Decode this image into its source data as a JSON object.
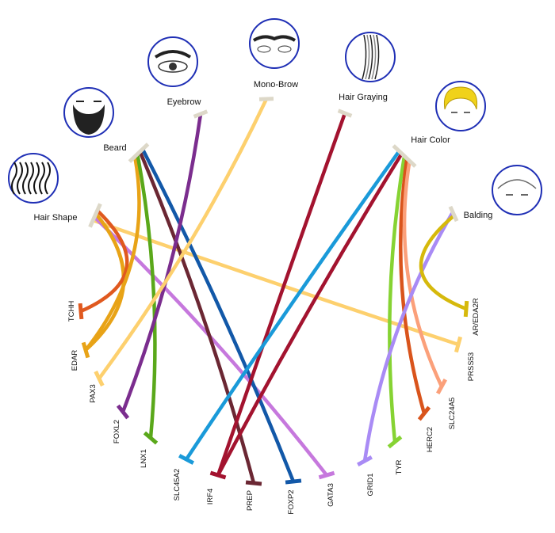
{
  "traits": [
    {
      "id": "hair_shape",
      "label": "Hair Shape",
      "icon": "curly-hair-icon"
    },
    {
      "id": "beard",
      "label": "Beard",
      "icon": "beard-icon"
    },
    {
      "id": "eyebrow",
      "label": "Eyebrow",
      "icon": "eyebrow-icon"
    },
    {
      "id": "mono_brow",
      "label": "Mono-Brow",
      "icon": "mono-brow-icon"
    },
    {
      "id": "hair_graying",
      "label": "Hair Graying",
      "icon": "gray-hair-icon"
    },
    {
      "id": "hair_color",
      "label": "Hair Color",
      "icon": "hair-color-icon"
    },
    {
      "id": "balding",
      "label": "Balding",
      "icon": "balding-icon"
    }
  ],
  "genes": [
    "TCHH",
    "EDAR",
    "PAX3",
    "FOXL2",
    "LNX1",
    "SLC45A2",
    "IRF4",
    "PREP",
    "FOXP2",
    "GATA3",
    "GRID1",
    "TYR",
    "HERC2",
    "SLC24A5",
    "PRSS53",
    "AR/EDA2R"
  ],
  "links": [
    {
      "from": "hair_shape",
      "to": "PRSS53",
      "color": "#fdd06e"
    },
    {
      "from": "hair_shape",
      "to": "GATA3",
      "color": "#c678dd"
    },
    {
      "from": "hair_shape",
      "to": "EDAR",
      "color": "#e8a317"
    },
    {
      "from": "hair_shape",
      "to": "TCHH",
      "color": "#e0591f"
    },
    {
      "from": "beard",
      "to": "EDAR",
      "color": "#e8a317"
    },
    {
      "from": "beard",
      "to": "LNX1",
      "color": "#5aa81a"
    },
    {
      "from": "beard",
      "to": "PREP",
      "color": "#6b2733"
    },
    {
      "from": "beard",
      "to": "FOXP2",
      "color": "#1258a8"
    },
    {
      "from": "eyebrow",
      "to": "FOXL2",
      "color": "#7b2d8e"
    },
    {
      "from": "mono_brow",
      "to": "PAX3",
      "color": "#fdd06e"
    },
    {
      "from": "hair_graying",
      "to": "IRF4",
      "color": "#a3132f"
    },
    {
      "from": "hair_color",
      "to": "SLC45A2",
      "color": "#1a9ad9"
    },
    {
      "from": "hair_color",
      "to": "IRF4",
      "color": "#a3132f"
    },
    {
      "from": "hair_color",
      "to": "TYR",
      "color": "#86d333"
    },
    {
      "from": "hair_color",
      "to": "HERC2",
      "color": "#d9541c"
    },
    {
      "from": "hair_color",
      "to": "SLC24A5",
      "color": "#fba07a"
    },
    {
      "from": "balding",
      "to": "GRID1",
      "color": "#a98bf5"
    },
    {
      "from": "balding",
      "to": "AR/EDA2R",
      "color": "#d6b90c"
    }
  ],
  "colors": {
    "trait_bar": "#ddd8c8",
    "icon_ring": "#1f2fb5"
  }
}
